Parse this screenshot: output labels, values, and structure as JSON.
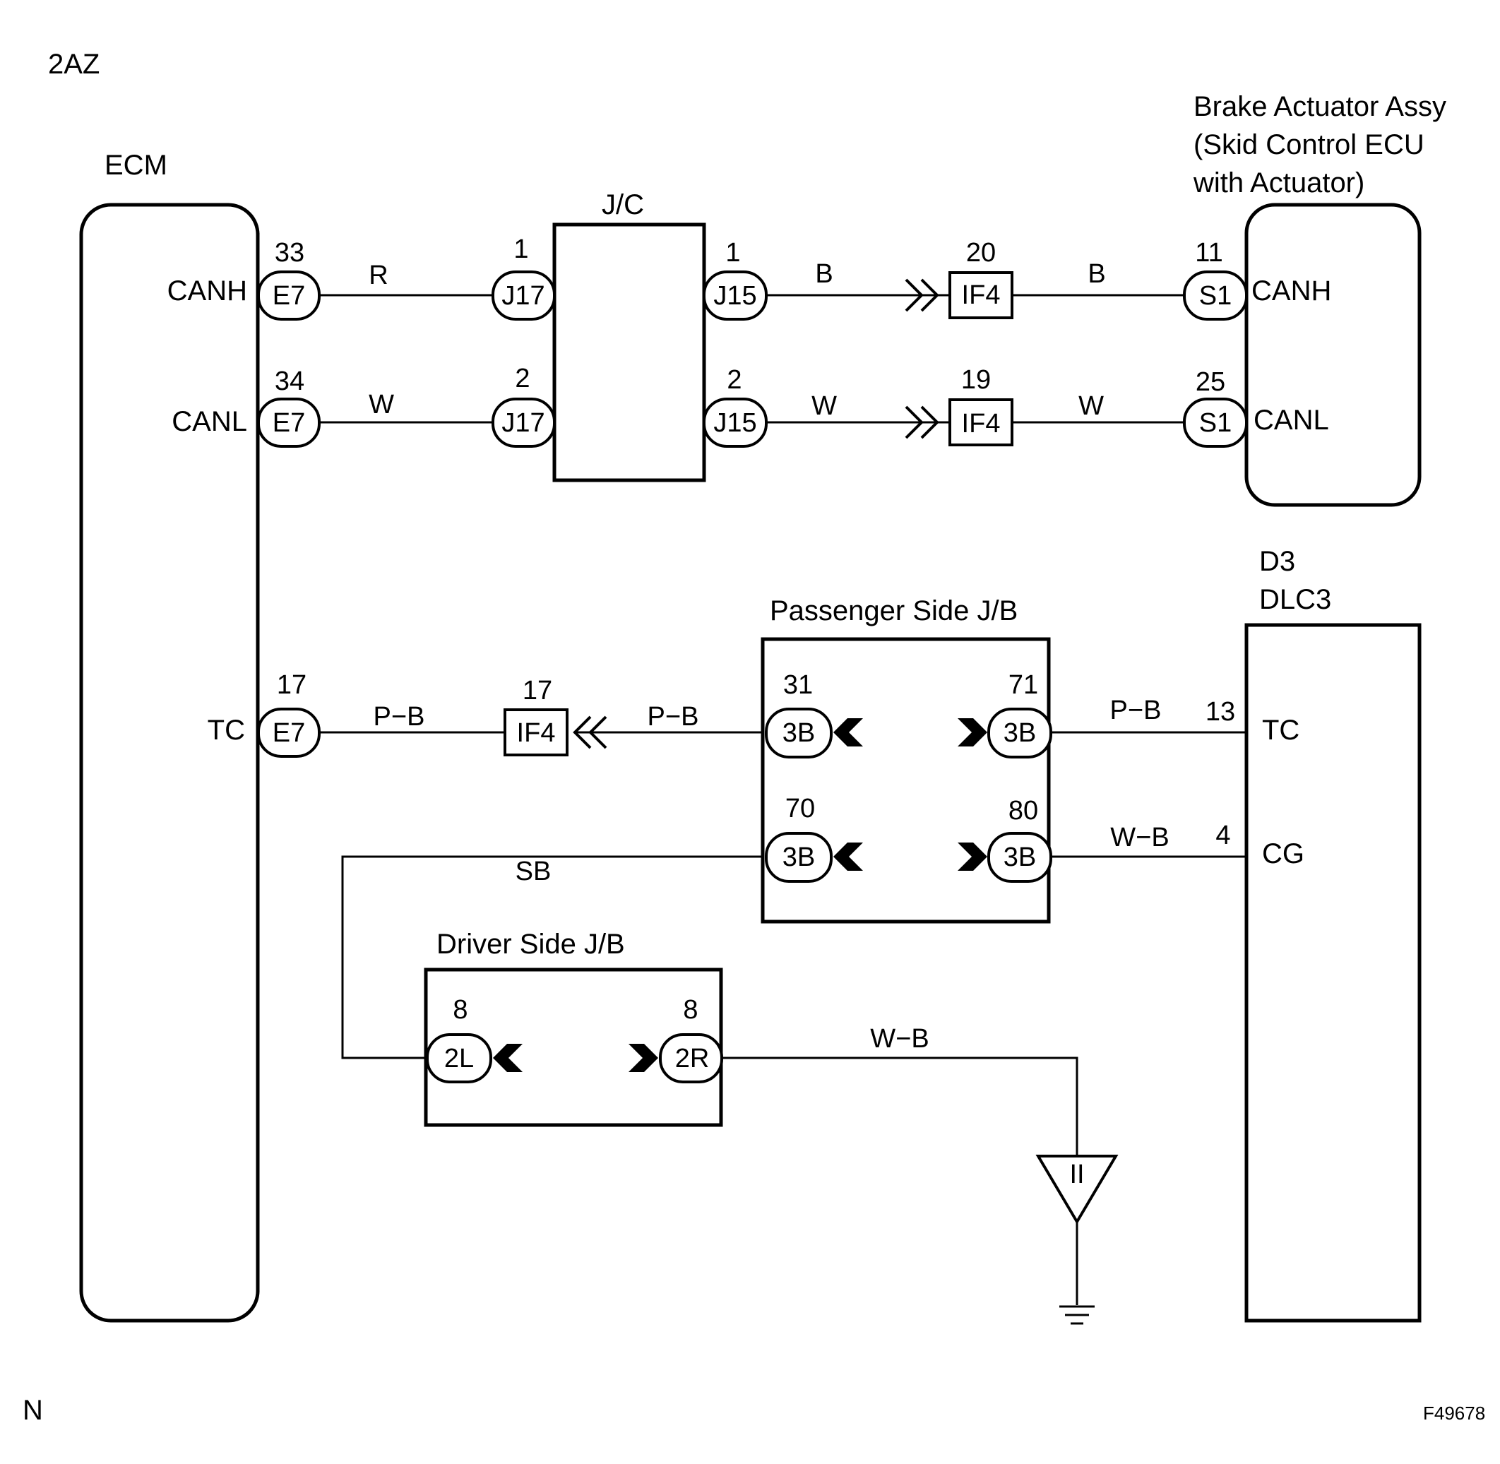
{
  "diagram": {
    "variant": "2AZ",
    "figure_id": "F49678",
    "footnote": "N",
    "components": {
      "ecm": {
        "name": "ECM",
        "pins": [
          "CANH",
          "CANL",
          "TC"
        ]
      },
      "jc": {
        "name": "J/C"
      },
      "brake_actuator": {
        "name_line1": "Brake Actuator Assy",
        "name_line2": "(Skid Control ECU",
        "name_line3": "with Actuator)",
        "pins": [
          "CANH",
          "CANL"
        ]
      },
      "dlc3": {
        "name_line1": "D3",
        "name_line2": "DLC3",
        "pins": [
          "TC",
          "CG"
        ]
      },
      "passenger_jb": {
        "name": "Passenger Side J/B"
      },
      "driver_jb": {
        "name": "Driver Side J/B"
      },
      "ground_symbol": "II"
    },
    "connectors": {
      "e7_canh": {
        "code": "E7",
        "pin": "33"
      },
      "e7_canl": {
        "code": "E7",
        "pin": "34"
      },
      "e7_tc": {
        "code": "E7",
        "pin": "17"
      },
      "j17_1": {
        "code": "J17",
        "pin": "1"
      },
      "j17_2": {
        "code": "J17",
        "pin": "2"
      },
      "j15_1": {
        "code": "J15",
        "pin": "1"
      },
      "j15_2": {
        "code": "J15",
        "pin": "2"
      },
      "if4_20": {
        "code": "IF4",
        "pin": "20"
      },
      "if4_19": {
        "code": "IF4",
        "pin": "19"
      },
      "if4_17": {
        "code": "IF4",
        "pin": "17"
      },
      "s1_11": {
        "code": "S1",
        "pin": "11"
      },
      "s1_25": {
        "code": "S1",
        "pin": "25"
      },
      "b3_31": {
        "code": "3B",
        "pin": "31"
      },
      "b3_71": {
        "code": "3B",
        "pin": "71"
      },
      "b3_70": {
        "code": "3B",
        "pin": "70"
      },
      "b3_80": {
        "code": "3B",
        "pin": "80"
      },
      "l2_8": {
        "code": "2L",
        "pin": "8"
      },
      "r2_8": {
        "code": "2R",
        "pin": "8"
      },
      "dlc_tc": {
        "pin": "13"
      },
      "dlc_cg": {
        "pin": "4"
      }
    },
    "wires": {
      "canh_ecm_jc": "R",
      "canh_jc_if4": "B",
      "canh_if4_act": "B",
      "canl_ecm_jc": "W",
      "canl_jc_if4": "W",
      "canl_if4_act": "W",
      "tc_ecm_if4": "P−B",
      "tc_if4_jb": "P−B",
      "tc_jb_dlc": "P−B",
      "cg_jb_dlc": "W−B",
      "sb_driver_passenger": "SB",
      "ground_wire": "W−B"
    }
  }
}
